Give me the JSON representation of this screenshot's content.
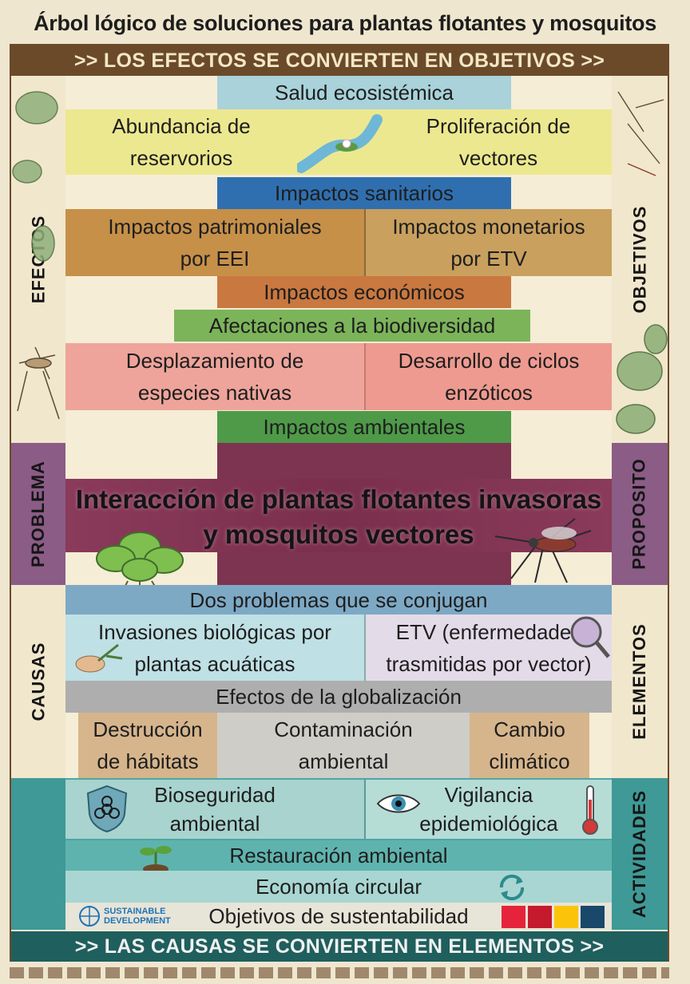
{
  "title": "Árbol lógico de soluciones para plantas flotantes y mosquitos",
  "top_banner": ">> LOS EFECTOS SE CONVIERTEN EN OBJETIVOS >>",
  "bottom_banner": ">> LAS CAUSAS SE CONVIERTEN EN ELEMENTOS >>",
  "left_labels": {
    "efectos": "EFECTOS",
    "problema": "PROBLEMA",
    "causas": "CAUSAS"
  },
  "right_labels": {
    "objetivos": "OBJETIVOS",
    "proposito": "PROPOSITO",
    "elementos": "ELEMENTOS",
    "actividades": "ACTIVIDADES"
  },
  "effects": {
    "salud": "Salud ecosistémica",
    "abundancia": [
      "Abundancia de",
      "reservorios"
    ],
    "proliferacion": [
      "Proliferación de",
      "vectores"
    ],
    "sanitarios": "Impactos sanitarios",
    "patrimoniales": [
      "Impactos patrimoniales",
      "por EEI"
    ],
    "monetarios": [
      "Impactos monetarios",
      "por ETV"
    ],
    "economicos": "Impactos económicos",
    "biodiversidad": "Afectaciones a la biodiversidad",
    "desplazamiento": [
      "Desplazamiento de",
      "especies nativas"
    ],
    "ciclos": [
      "Desarrollo de ciclos",
      "enzóticos"
    ],
    "ambientales": "Impactos ambientales"
  },
  "problem": [
    "Interacción de plantas flotantes invasoras",
    "y mosquitos vectores"
  ],
  "causes": {
    "conjugan": "Dos problemas que se conjugan",
    "invasiones": [
      "Invasiones biológicas por",
      "plantas acuáticas"
    ],
    "etv": [
      "ETV (enfermedades",
      "trasmitidas por vector)"
    ],
    "globalizacion": "Efectos de la globalización",
    "destruccion": [
      "Destrucción",
      "de hábitats"
    ],
    "contaminacion": [
      "Contaminación",
      "ambiental"
    ],
    "cambio": [
      "Cambio",
      "climático"
    ]
  },
  "activities": {
    "bioseguridad": [
      "Bioseguridad",
      "ambiental"
    ],
    "vigilancia": [
      "Vigilancia",
      "epidemiológica"
    ],
    "restauracion": "Restauración ambiental",
    "economia": "Economía circular",
    "objetivos": "Objetivos de sustentabilidad",
    "sdg_logo": [
      "SUSTAINABLE",
      "DEVELOPMENT"
    ]
  },
  "colors": {
    "banner": "#6b4a2a",
    "salud": "#a9d2da",
    "abundancia": "#ece88f",
    "sanitarios": "#2f6fb0",
    "patrimoniales": "#c69049",
    "economicos": "#c9783f",
    "biodiversidad": "#7cb45a",
    "desplazamiento": "#eea49a",
    "ambientales": "#4e9a48",
    "problem": "#7c3450",
    "conjugan": "#7da9c5",
    "globalizacion": "#aeaeae",
    "activities": "#4ea6a3",
    "footer": "#1f5f5d"
  }
}
